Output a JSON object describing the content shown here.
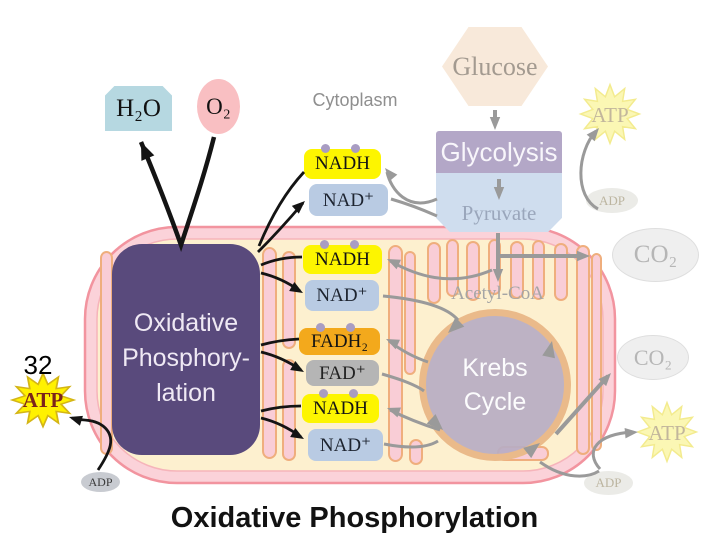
{
  "title": "Oxidative Phosphorylation",
  "regions": {
    "cytoplasm_label": "Cytoplasm"
  },
  "molecules": {
    "glucose": "Glucose",
    "pyruvate": "Pyruvate",
    "acetyl_coa": "Acetyl-CoA",
    "h2o": "H₂O",
    "o2": "O₂",
    "co2": "CO₂",
    "nadh": "NADH",
    "nad_plus": "NAD⁺",
    "fadh2": "FADH₂",
    "fad_plus": "FAD⁺",
    "atp": "ATP",
    "adp": "ADP",
    "atp_yield": "32"
  },
  "processes": {
    "glycolysis": "Glycolysis",
    "krebs": {
      "line1": "Krebs",
      "line2": "Cycle"
    },
    "oxphos": {
      "line1": "Oxidative",
      "line2": "Phosphory-",
      "line3": "lation"
    }
  },
  "colors": {
    "nadh_yellow": "#FDF500",
    "fadh2_orange": "#F3A91C",
    "nad_blue": "#B9CBE3",
    "fad_gray": "#B5B5B5",
    "oxphos_purple": "#594A7C",
    "glycolysis_lavender": "#B3A7C7",
    "pyruvate_blue": "#CFDDEE",
    "mito_outer_pink": "#FBD2D9",
    "mito_inner_cream": "#FDF0CF",
    "krebs_gray_purple": "#B7ADC3",
    "atp_bright_yellow": "#FFF100",
    "atp_pale_yellow": "#FBF7B4",
    "h2o_blue": "#B6D8E1",
    "o2_pink": "#F9BFC2",
    "arrow_gray": "#9A9A9A",
    "arrow_black": "#141414"
  }
}
